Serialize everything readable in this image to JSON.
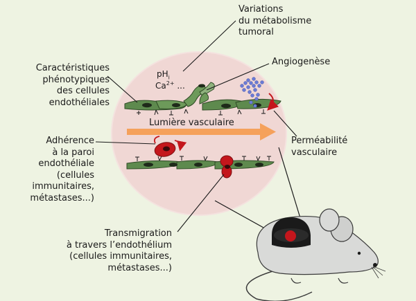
{
  "labels": {
    "metabolism": "Variations\ndu métabolisme\ntumoral",
    "angiogenesis": "Angiogenèse",
    "phenotype": "Caractéristiques\nphénotypiques\ndes cellules\nendothéliales",
    "lumen": "Lumière vasculaire",
    "permeability": "Perméabilité\nvasculaire",
    "adhesion": "Adhérence\nà la paroi\nendothéliale\n(cellules\nimmunitaires,\nmétastases...)",
    "transmigration": "Transmigration\nà travers l’endothélium\n(cellules immunitaires,\nmétastases...)"
  },
  "chem": {
    "ph": "pH",
    "ph_sub": "i",
    "ca": "Ca",
    "ca_sup": "2+",
    "dots": "..."
  },
  "colors": {
    "background": "#eef3e2",
    "zoom_circle": "#f0d7d4",
    "endothelium": "#5e8a4e",
    "endothelium_outline": "#2f4a26",
    "nucleus": "#1f2a1a",
    "red_cell": "#c4161c",
    "arrow": "#f5a15b",
    "molecules": "#6a7bd6",
    "mouse_body": "#d9dad8",
    "mouse_outline": "#3a3a3a",
    "leader_line": "#1a1a1a"
  },
  "icons": [
    "mouse-icon",
    "window-chamber-icon",
    "tumor-spot-icon",
    "endothelial-cell-icon",
    "immune-cell-icon",
    "molecule-cluster-icon",
    "flow-arrow-icon"
  ]
}
